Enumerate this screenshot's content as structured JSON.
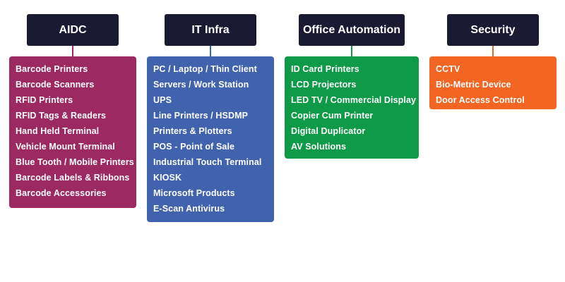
{
  "colors": {
    "header_bg": "#1a1a33",
    "aidc": "#9c2962",
    "it_infra": "#4163ad",
    "office_automation": "#0e9a47",
    "security": "#f26522",
    "text": "#ffffff"
  },
  "columns": [
    {
      "title": "AIDC",
      "color": "#9c2962",
      "items": [
        "Barcode Printers",
        "Barcode Scanners",
        "RFID Printers",
        "RFID Tags & Readers",
        "Hand Held Terminal",
        "Vehicle Mount Terminal",
        "Blue Tooth / Mobile Printers",
        "Barcode Labels & Ribbons",
        "Barcode Accessories"
      ]
    },
    {
      "title": "IT Infra",
      "color": "#4163ad",
      "items": [
        "PC / Laptop / Thin Client",
        "Servers / Work Station",
        "UPS",
        "Line Printers / HSDMP",
        "Printers & Plotters",
        "POS - Point of Sale",
        "Industrial Touch Terminal",
        "KIOSK",
        "Microsoft Products",
        "E-Scan Antivirus"
      ]
    },
    {
      "title": "Office Automation",
      "color": "#0e9a47",
      "items": [
        "ID Card Printers",
        "LCD Projectors",
        "LED TV /  Commercial Display",
        "Copier Cum Printer",
        "Digital Duplicator",
        "AV Solutions"
      ]
    },
    {
      "title": "Security",
      "color": "#f26522",
      "items": [
        "CCTV",
        "Bio-Metric Device",
        "Door Access Control"
      ]
    }
  ]
}
